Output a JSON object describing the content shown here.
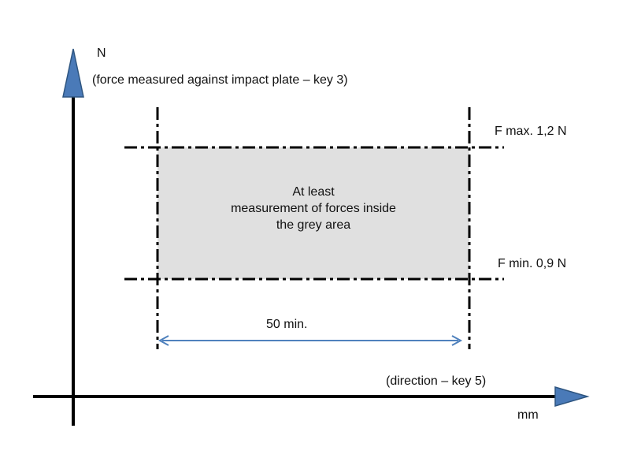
{
  "y_axis": {
    "unit": "N",
    "description": "(force measured against impact plate – key 3)"
  },
  "x_axis": {
    "unit": "mm",
    "description": "(direction – key 5)"
  },
  "limits": {
    "f_max": "F max. 1,2 N",
    "f_min": "F min. 0,9 N"
  },
  "area": {
    "line1": "At least",
    "line2": "measurement of forces inside",
    "line3": "the grey area"
  },
  "dimension": {
    "label": "50 min."
  },
  "colors": {
    "arrow_head": "#4a7ab8",
    "arrow_head_outline": "#2e5580",
    "grey_area": "#e0e0e0",
    "dimension_line": "#4f81bd",
    "axis": "#000000"
  }
}
